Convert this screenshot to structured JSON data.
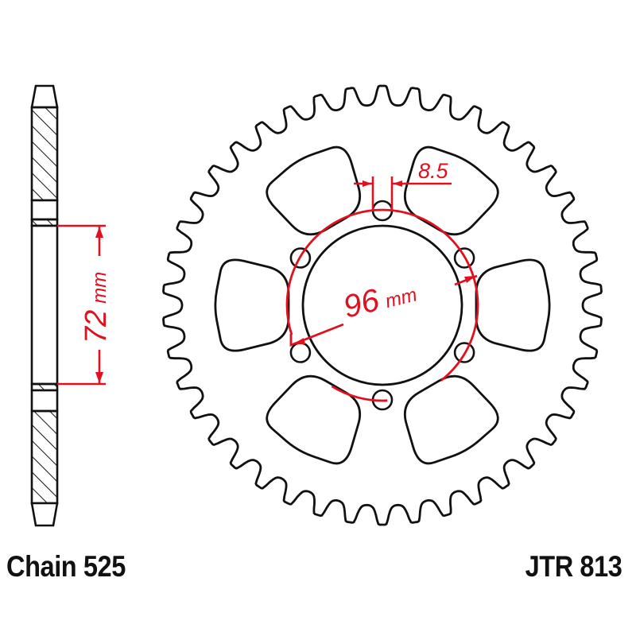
{
  "diagram": {
    "type": "technical drawing",
    "subject": "rear chain sprocket",
    "colors": {
      "outline": "#111111",
      "dimension": "#e0101e",
      "background": "#ffffff"
    },
    "sprocket": {
      "teeth": 42,
      "bolt_holes": 6,
      "lightening_windows": 6
    },
    "side_profile": {
      "dimension_value": "72",
      "dimension_unit": "mm"
    },
    "dimensions": {
      "bolt_circle_value": "96",
      "bolt_circle_unit": "mm",
      "bolt_hole_diameter": "8.5"
    }
  },
  "labels": {
    "chain": "Chain 525",
    "part_number": "JTR 813"
  }
}
